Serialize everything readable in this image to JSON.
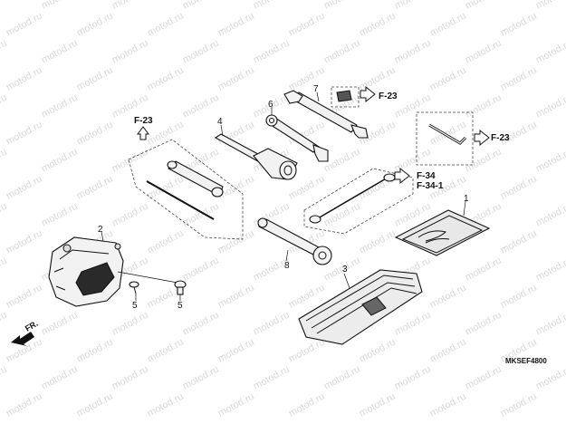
{
  "watermark": "motod.ru",
  "refs": {
    "f23_left": "F-23",
    "f23_top": "F-23",
    "f23_right": "F-23",
    "f34": "F-34",
    "f341": "F-34-1"
  },
  "parts": {
    "p1": "1",
    "p2": "2",
    "p3": "3",
    "p4": "4",
    "p5a": "5",
    "p5b": "5",
    "p6": "6",
    "p7": "7",
    "p8": "8"
  },
  "front_label": "FR.",
  "diagram_code": "MKSEF4800"
}
